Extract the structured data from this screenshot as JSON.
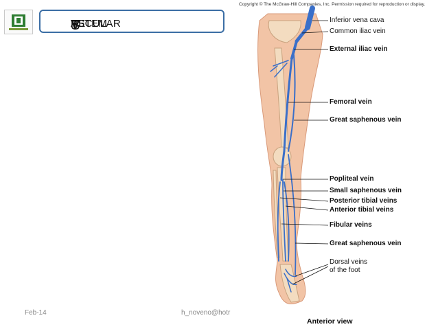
{
  "header": {
    "title_first": "T",
    "title_rest1": "HE ",
    "title_v": "V",
    "title_rest2": "ASCULAR ",
    "title_s": "S",
    "title_rest3": "YSTEM"
  },
  "copyright": "Copyright © The McGraw-Hill Companies, Inc. Permission required for reproduction or display.",
  "footer": {
    "date": "Feb-14",
    "author": "h_noveno@hotr"
  },
  "diagram": {
    "view_label": "Anterior view",
    "labels": [
      {
        "text": "Inferior vena cava",
        "bold": false
      },
      {
        "text": "Common iliac vein",
        "bold": false
      },
      {
        "text": "External iliac vein",
        "bold": true
      },
      {
        "text": "Femoral vein",
        "bold": true
      },
      {
        "text": "Great saphenous vein",
        "bold": true
      },
      {
        "text": "Popliteal vein",
        "bold": true
      },
      {
        "text": "Small saphenous vein",
        "bold": true
      },
      {
        "text": "Posterior tibial veins",
        "bold": true
      },
      {
        "text": "Anterior tibial veins",
        "bold": true
      },
      {
        "text": "Fibular veins",
        "bold": true
      },
      {
        "text": "Great saphenous vein",
        "bold": true
      },
      {
        "text": "Dorsal veins",
        "bold": false
      },
      {
        "text": "of the foot",
        "bold": false
      }
    ]
  },
  "colors": {
    "vein": "#3a6fc9",
    "skin": "#f0c0a0",
    "bone": "#f3dcc0",
    "title_border": "#3b6ea5"
  }
}
